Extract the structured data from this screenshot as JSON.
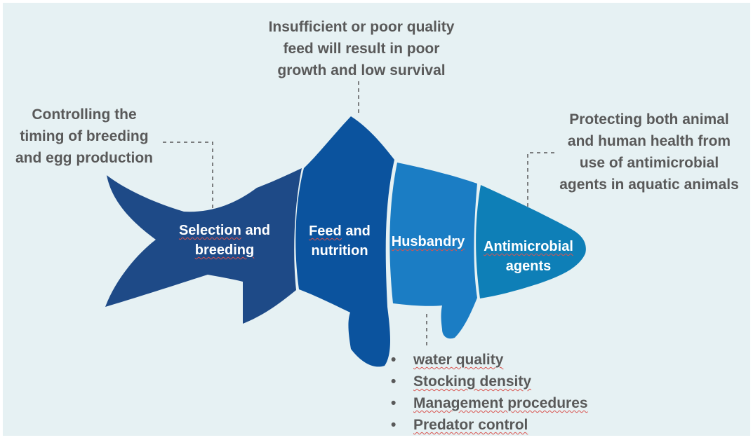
{
  "callouts": {
    "feed": [
      "Insufficient or poor quality",
      "feed will result in poor",
      "growth and low survival"
    ],
    "breeding": [
      "Controlling the",
      "timing of breeding",
      "and egg production"
    ],
    "antimicrobial": [
      "Protecting both animal",
      "and human health from",
      "use of antimicrobial",
      "agents in aquatic animals"
    ]
  },
  "segments": {
    "selection": {
      "word1": "Selection",
      "word2": "and",
      "line2": "breeding"
    },
    "feed": {
      "word1": "Feed",
      "word2": "and",
      "line2": "nutrition"
    },
    "husbandry": {
      "line1": "Husbandry"
    },
    "antimicrobial": {
      "line1": "Antimicrobial",
      "line2": "agents"
    }
  },
  "husbandry_items": [
    {
      "bullet": "•",
      "text": "water quality"
    },
    {
      "bullet": "•",
      "text": "Stocking density"
    },
    {
      "bullet": "•",
      "text": "Management procedures"
    },
    {
      "bullet": "•",
      "text": "Predator control"
    }
  ],
  "colors": {
    "background": "#e6f1f3",
    "tail": "#1e4a87",
    "feed": "#0b539e",
    "husbandry": "#1b7dc4",
    "head": "#0e7fb7",
    "callout_text": "#595959"
  }
}
